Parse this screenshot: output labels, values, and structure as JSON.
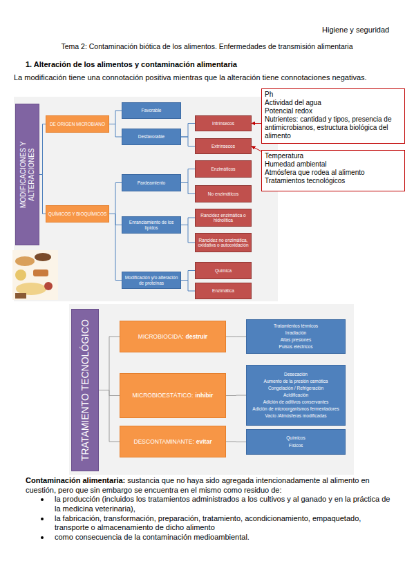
{
  "diagram": {
    "title": "Tema 2: Contaminación biótica de los alimentos. Enfermedades de transmisión alimentaria",
    "nodes": [
      {
        "text": [
          "MODIFICACIONES Y ALTERACIONES"
        ]
      },
      {
        "text": [
          "DE ORIGEN MICROBIANO"
        ]
      },
      {
        "text": [
          "Favorable"
        ]
      },
      {
        "text": [
          "Desfavorable"
        ]
      },
      {
        "text": [
          "Intrínsecos"
        ]
      },
      {
        "text": [
          "Extrínsecos"
        ]
      },
      {
        "text": [
          "Ph",
          "Actividad del agua",
          "Potencial redox",
          "Nutrientes: cantidad y tipos, presencia de antimicrobianos, estructura biológica del alimento"
        ]
      },
      {
        "text": [
          "Temperatura",
          "Humedad ambiental",
          "Atmósfera que rodea al alimento",
          "Tratamientos tecnológicos"
        ]
      },
      {
        "text": [
          "QUÍMICOS Y BIOQUÍMICOS"
        ]
      },
      {
        "text": [
          "Pardeamiento"
        ]
      },
      {
        "text": [
          "Enzimáticos"
        ]
      },
      {
        "text": [
          "No enzimáticos"
        ]
      },
      {
        "text": [
          "Enranciamiento de los lípidos"
        ]
      },
      {
        "text": [
          "Rancidez enzimática o hidrolítica"
        ]
      },
      {
        "text": [
          "Rancidez no enzimática, oxidativa o autooxidación"
        ]
      },
      {
        "text": [
          "Modificación y/o alteración de proteínas"
        ]
      },
      {
        "text": [
          "Química"
        ]
      },
      {
        "text": [
          "Enzimática"
        ]
      },
      {
        "text": [
          "TRATAMIENTO TECNOLÓGICO"
        ]
      },
      {
        "text": [
          "MICROBIOCIDA:",
          "destruir"
        ]
      },
      {
        "text": [
          "Tratamientos térmicos",
          "Irradiación",
          "Altas presiones",
          "Pulsos eléctricos"
        ]
      },
      {
        "text": [
          "MICROBIOESTÁTICO:",
          "inhibir"
        ]
      },
      {
        "text": [
          "Desecación",
          "Aumento de la presión osmótica",
          "Congelación / Refrigeración",
          "Acidificación",
          "Adición de aditivos conservantes",
          "Adición de microorganismos fermentadores",
          "Vacío /Atmósferas modificadas"
        ]
      },
      {
        "text": [
          "DESCONTAMINANTE:",
          "evitar"
        ]
      },
      {
        "text": [
          "Químicos",
          "Físicos"
        ]
      }
    ],
    "edges": [
      {
        "from": 0,
        "to": 1,
        "arrow": "none"
      },
      {
        "from": 0,
        "to": 8,
        "arrow": "none"
      },
      {
        "from": 1,
        "to": 2,
        "arrow": "none"
      },
      {
        "from": 1,
        "to": 3,
        "arrow": "none"
      },
      {
        "from": 3,
        "to": 4,
        "arrow": "none"
      },
      {
        "from": 3,
        "to": 5,
        "arrow": "none"
      },
      {
        "from": 6,
        "to": 4,
        "arrow": "to"
      },
      {
        "from": 7,
        "to": 5,
        "arrow": "to"
      },
      {
        "from": 8,
        "to": 9,
        "arrow": "none"
      },
      {
        "from": 8,
        "to": 12,
        "arrow": "none"
      },
      {
        "from": 8,
        "to": 15,
        "arrow": "none"
      },
      {
        "from": 9,
        "to": 10,
        "arrow": "none"
      },
      {
        "from": 9,
        "to": 11,
        "arrow": "none"
      },
      {
        "from": 12,
        "to": 13,
        "arrow": "none"
      },
      {
        "from": 12,
        "to": 14,
        "arrow": "none"
      },
      {
        "from": 15,
        "to": 16,
        "arrow": "none"
      },
      {
        "from": 15,
        "to": 17,
        "arrow": "none"
      },
      {
        "from": 18,
        "to": 19,
        "arrow": "none"
      },
      {
        "from": 18,
        "to": 21,
        "arrow": "none"
      },
      {
        "from": 18,
        "to": 23,
        "arrow": "none"
      },
      {
        "from": 19,
        "to": 20,
        "arrow": "none"
      },
      {
        "from": 21,
        "to": 22,
        "arrow": "none"
      },
      {
        "from": 23,
        "to": 24,
        "arrow": "none"
      }
    ],
    "labels": [
      "Higiene y seguridad",
      "1. Alteración de los alimentos y contaminación alimentaria",
      "La modificación tiene una connotación positiva mientras que la alteración tiene connotaciones negativas.",
      "Contaminación alimentaria:",
      "sustancia que no haya sido agregada intencionadamente al alimento en cuestión, pero que sin embargo se encuentra en el mismo como residuo de:",
      "la producción (incluidos los tratamientos administrados a los cultivos y al ganado y en la práctica de la medicina veterinaria),",
      "la fabricación, transformación, preparación, tratamiento, acondicionamiento, empaquetado, transporte o almacenamiento de dicho alimento",
      "como consecuencia de la contaminación medioambiental."
    ]
  }
}
